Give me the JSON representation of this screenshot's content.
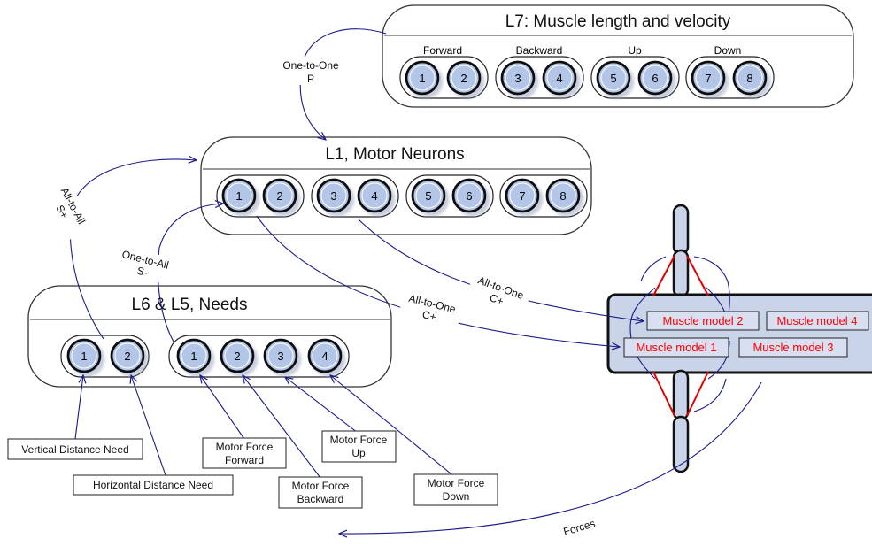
{
  "layers": {
    "l7": {
      "title": "L7: Muscle length and velocity",
      "groups": [
        "Forward",
        "Backward",
        "Up",
        "Down"
      ],
      "neurons": [
        "1",
        "2",
        "3",
        "4",
        "5",
        "6",
        "7",
        "8"
      ]
    },
    "l1": {
      "title": "L1, Motor Neurons",
      "neurons": [
        "1",
        "2",
        "3",
        "4",
        "5",
        "6",
        "7",
        "8"
      ]
    },
    "l6l5": {
      "title": "L6 & L5, Needs",
      "neurons": [
        "1",
        "2",
        "1",
        "2",
        "3",
        "4"
      ]
    }
  },
  "connections": {
    "l7_to_l1": [
      "One-to-One",
      "P"
    ],
    "needs_to_l1_all": [
      "All-to-All",
      "S+"
    ],
    "needs_to_l1_one": [
      "One-to-All",
      "S-"
    ],
    "l1_to_muscles_a": [
      "All-to-One",
      "C+"
    ],
    "l1_to_muscles_b": [
      "All-to-One",
      "C+"
    ],
    "forces": "Forces"
  },
  "muscles": [
    "Muscle model 2",
    "Muscle model 4",
    "Muscle model 1",
    "Muscle model 3"
  ],
  "inputs": {
    "vertical": [
      "Vertical Distance Need"
    ],
    "horizontal": [
      "Horizontal Distance Need"
    ],
    "mf_forward": [
      "Motor Force",
      "Forward"
    ],
    "mf_backward": [
      "Motor Force",
      "Backward"
    ],
    "mf_up": [
      "Motor Force",
      "Up"
    ],
    "mf_down": [
      "Motor Force",
      "Down"
    ]
  },
  "colors": {
    "arrow": "#1a1a8c",
    "neuron_fill": "#b4c6e7",
    "neuron_shadow": "#c5d0e6",
    "body_fill": "#c9d4e8",
    "muscle_text": "#ff0000",
    "muscle_line": "#e00000"
  }
}
